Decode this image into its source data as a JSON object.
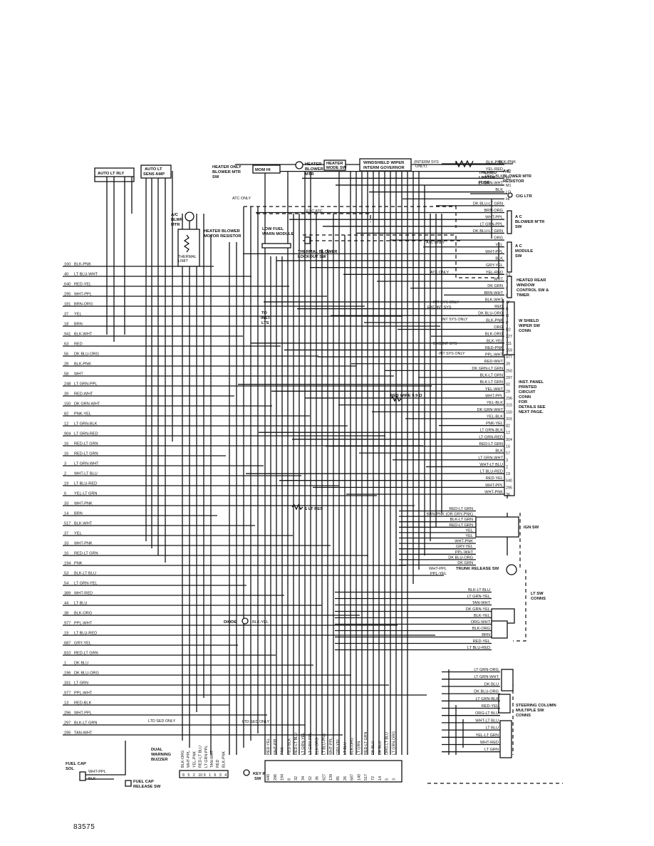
{
  "document_number": "83575",
  "components": {
    "auto_lt_rly": "AUTO LT RLY",
    "auto_lt_sens_amp": [
      "AUTO LT",
      "SENS AMP"
    ],
    "heater_only_blower_mtr_sw": [
      "HEATER ONLY",
      "BLOWER MTR",
      "SW"
    ],
    "heater_only_switch_positions": "MOM HI",
    "heater_blower_mtr": [
      "HEATER",
      "BLOWER",
      "MTR"
    ],
    "heater_mode_sw": [
      "HEATER",
      "MODE SW"
    ],
    "windshield_wiper_governor": [
      "WINDSHIELD WIPER",
      "INTERM GOVERNOR"
    ],
    "interm_sys_only": [
      "(INTERM SYS",
      "ONLY)"
    ],
    "thermo_limiter_fuse": [
      "THERMO",
      "LIMITER",
      "FUSE"
    ],
    "ac_blower_mtr_resistor": [
      "A C",
      "BLOWER MTR",
      "RESISTOR"
    ],
    "cig_ltr": "CIG LTR",
    "ac_blower_mtr_sw": [
      "A C",
      "BLOWER M'TR",
      "SW"
    ],
    "ac_module_sw": [
      "A C",
      "MODULE",
      "SW"
    ],
    "heated_rear_window_sw": [
      "HEATED REAR",
      "WINDOW",
      "CONTROL SW &",
      "TIMER"
    ],
    "w_shield_wiper_sw_conn": [
      "W SHIELD",
      "WIPER SW",
      "CONN"
    ],
    "ac_blwr_mtr": [
      "A/C",
      "BLWR",
      "MTR"
    ],
    "heater_blower_motor_resistor": [
      "HEATER BLOWER",
      "MOTOR RESISTOR"
    ],
    "thermal_limit": [
      "THERMAL",
      "LIMIT"
    ],
    "low_fuel_warn_module": [
      "LOW FUEL",
      "WARN MODULE"
    ],
    "thermal_blower_lockout_sw": [
      "THERMAL BLOWER",
      "LOCKOUT SW"
    ],
    "to_inst_lts": [
      "TO",
      "INST",
      "LTS"
    ],
    "inst_panel_printed_circuit_conn": [
      "INST. PANEL",
      "PRINTED",
      "CIRCUIT",
      "CONN",
      "FOR",
      "DETAILS SEE",
      "NEXT PAGE."
    ],
    "res_wire": "RES WIRE 9.9 Ω",
    "lt_res": "1 LT RES",
    "ign_sw": "IGN SW",
    "trunk_release_sw": "TRUNK RELEASE SW",
    "lt_sw_conns": [
      "LT SW",
      "CONNS"
    ],
    "diode": "DIODE",
    "steering_column_sw_conns": [
      "STEERING COLUMN",
      "MULTIPLE SW",
      "CONNS"
    ],
    "dual_warning_buzzer": [
      "DUAL",
      "WARNING",
      "BUZZER"
    ],
    "key_in_sw": [
      "KEY IN",
      "SW"
    ],
    "fuel_cap_sol": [
      "FUEL CAP",
      "SOL"
    ],
    "fuel_cap_release_sw": [
      "FUEL CAP",
      "RELEASE SW"
    ]
  },
  "notes": {
    "atc_only": "ATC ONLY",
    "exc_atc": "EXC ATC",
    "ltd_sed_only": "LTD SED ONLY",
    "int_sys_only": "INT SYS ONLY",
    "exc_int_sys": "EXC INT SYS"
  },
  "left_wires": [
    {
      "num": "160",
      "label": "BLK-PNK"
    },
    {
      "num": "40",
      "label": "LT BLU-WHT"
    },
    {
      "num": "640",
      "label": "RED-YEL"
    },
    {
      "num": "295",
      "label": "WHT-PPL"
    },
    {
      "num": "181",
      "label": "BRN-ORG"
    },
    {
      "num": "37",
      "label": "YEL"
    },
    {
      "num": "18",
      "label": "BRN"
    },
    {
      "num": "941",
      "label": "BLK-WHT"
    },
    {
      "num": "63",
      "label": "RED"
    },
    {
      "num": "56",
      "label": "DK BLU-ORG"
    },
    {
      "num": "28",
      "label": "BLK-PNK"
    },
    {
      "num": "58",
      "label": "WHT"
    },
    {
      "num": "248",
      "label": "LT GRN-PPL"
    },
    {
      "num": "39",
      "label": "RED-WHT"
    },
    {
      "num": "150",
      "label": "DK GRN-WHT"
    },
    {
      "num": "82",
      "label": "PNK-YEL"
    },
    {
      "num": "12",
      "label": "LT GRN-BLK"
    },
    {
      "num": "904",
      "label": "LT GRN-RED"
    },
    {
      "num": "16",
      "label": "RED-LT GRN"
    },
    {
      "num": "16",
      "label": "RED-LT GRN"
    },
    {
      "num": "3",
      "label": "LT GRN-WHT"
    },
    {
      "num": "2",
      "label": "WHT-LT BLU"
    },
    {
      "num": "19",
      "label": "LT BLU-RED"
    },
    {
      "num": "6",
      "label": "YEL-LT GRN"
    },
    {
      "num": "33",
      "label": "WHT-PNK"
    },
    {
      "num": "14",
      "label": "BRN"
    },
    {
      "num": "517",
      "label": "BLK-WHT"
    },
    {
      "num": "37",
      "label": "YEL"
    },
    {
      "num": "33",
      "label": "WHT-PNK"
    },
    {
      "num": "16",
      "label": "RED-LT GRN"
    },
    {
      "num": "194",
      "label": "PNK"
    },
    {
      "num": "53",
      "label": "BLK-LT BLU"
    },
    {
      "num": "54",
      "label": "LT GRN-YEL"
    },
    {
      "num": "389",
      "label": "WHT-RED"
    },
    {
      "num": "44",
      "label": "LT BLU"
    },
    {
      "num": "38",
      "label": "BLK-ORG"
    },
    {
      "num": "977",
      "label": "PPL-WHT"
    },
    {
      "num": "19",
      "label": "LT BLU-RED"
    },
    {
      "num": "687",
      "label": "GRY-YEL"
    },
    {
      "num": "810",
      "label": "RED-LT GRN"
    },
    {
      "num": "1",
      "label": "DK BLU"
    },
    {
      "num": "196",
      "label": "DK BLU-ORG"
    },
    {
      "num": "331",
      "label": "LT GRN"
    },
    {
      "num": "977",
      "label": "PPL-WHT"
    },
    {
      "num": "13",
      "label": "RED-BLK"
    },
    {
      "num": "296",
      "label": "WHT-PPL"
    },
    {
      "num": "297",
      "label": "BLK-LT GRN"
    },
    {
      "num": "295",
      "label": "TAN-WHT"
    }
  ],
  "right_wires": [
    {
      "label": "BLK-PNK",
      "pin": ""
    },
    {
      "label": "YEL-RED",
      "pin": "M2"
    },
    {
      "label": "ORG-BLK",
      "pin": "M2"
    },
    {
      "label": "LT GRN-WHT",
      "pin": "M1"
    },
    {
      "label": "BLK",
      "pin": "LO"
    },
    {
      "label": "",
      "pin": "HI"
    },
    {
      "label": "DK BLU-LT GRN",
      "pin": ""
    },
    {
      "label": "BRN-ORG",
      "pin": ""
    },
    {
      "label": "WHT-PPL",
      "pin": ""
    },
    {
      "label": "LT GRN-PPL",
      "pin": ""
    },
    {
      "label": "DK BLU-LT GRN",
      "pin": ""
    },
    {
      "label": "ORG",
      "pin": ""
    },
    {
      "label": "YEL",
      "pin": ""
    },
    {
      "label": "WHT-PPL",
      "pin": ""
    },
    {
      "label": "BLK",
      "pin": ""
    },
    {
      "label": "GRY-YEL",
      "pin": ""
    },
    {
      "label": "YEL-RED",
      "pin": "R1"
    },
    {
      "label": "WHT",
      "pin": "L"
    },
    {
      "label": "DK GRN",
      "pin": "I"
    },
    {
      "label": "BRN-WHT",
      "pin": "L"
    },
    {
      "label": "BLK-WHT",
      "pin": "W"
    },
    {
      "label": "RED",
      "pin": "B"
    },
    {
      "label": "DK BLU-ORG",
      "pin": "H"
    },
    {
      "label": "BLK-PNK",
      "pin": "P"
    },
    {
      "label": "ORG",
      "pin": "R2"
    },
    {
      "label": "BLK-ORG",
      "pin": "227"
    },
    {
      "label": "BLK-YEL",
      "pin": "111"
    },
    {
      "label": "RED-PNK",
      "pin": "159"
    },
    {
      "label": "PPL-WHT",
      "pin": "977"
    },
    {
      "label": "RED-WHT",
      "pin": "39"
    },
    {
      "label": "DK GRN-LT GRN",
      "pin": "250"
    },
    {
      "label": "BLK-LT GRN",
      "pin": "297"
    },
    {
      "label": "BLK-LT GRN",
      "pin": "60"
    },
    {
      "label": "YEL-WHT",
      "pin": "29"
    },
    {
      "label": "WHT-PPL",
      "pin": "296"
    },
    {
      "label": "YEL-BLK",
      "pin": "315"
    },
    {
      "label": "DK GRN-WHT",
      "pin": "150"
    },
    {
      "label": "YEL-BLK",
      "pin": "315"
    },
    {
      "label": "PNK-YEL",
      "pin": "82"
    },
    {
      "label": "LT GRN-BLK",
      "pin": "12"
    },
    {
      "label": "LT GRN-RED",
      "pin": "904"
    },
    {
      "label": "RED-LT GRN",
      "pin": "16"
    },
    {
      "label": "BLK",
      "pin": "57"
    },
    {
      "label": "LT GRN-WHT",
      "pin": "3"
    },
    {
      "label": "WHT-LT BLU",
      "pin": "2"
    },
    {
      "label": "LT BLU-RED",
      "pin": "19"
    },
    {
      "label": "RED-YEL",
      "pin": "640"
    },
    {
      "label": "WHT-PPL",
      "pin": "295"
    },
    {
      "label": "WHT-PNK",
      "pin": "36"
    }
  ],
  "ign_sw_wires": [
    "RED-LT GRN",
    "BRN-PNK (OR GRY-PNK)",
    "BLK-LT GRN",
    "RED-LT GRN",
    "YEL",
    "YEL",
    "WHT-PNK",
    "GRY-YEL",
    "PPL-WHT",
    "DK BLU-ORG",
    "DK GRN"
  ],
  "lt_sw_wires": [
    "BLK-LT BLU",
    "LT GRN-YEL",
    "TAN-WHT",
    "DK GRN-YEL",
    "BLK-YEL",
    "ORG-WHT",
    "BLK-ORG",
    "BRN",
    "RED-YEL",
    "LT BLU-RED"
  ],
  "steering_wires": [
    "LT GRN-ORG",
    "LT GRN-WHT",
    "DK BLU",
    "DK BLU-ORG",
    "LT GRN-BLK",
    "RED-YEL",
    "ORG-LT BLU",
    "WHT-LT BLU",
    "LT BLU",
    "YEL-LT GRN",
    "WHT-RED",
    "LT GRN"
  ],
  "bottom_connector_wires": [
    {
      "num": "640",
      "label": "RED-YEL"
    },
    {
      "num": "296",
      "label": "WHT-PPL"
    },
    {
      "num": "194",
      "label": "PNK"
    },
    {
      "num": "8",
      "label": "RED-BLK"
    },
    {
      "num": "32",
      "label": "RED-LT BLU"
    },
    {
      "num": "34",
      "label": "LT GRN-YEL"
    },
    {
      "num": "52",
      "label": "LT GRN-PPL"
    },
    {
      "num": "36",
      "label": "BLK-ORG"
    },
    {
      "num": "627",
      "label": "LT BLU-PNK"
    },
    {
      "num": "139",
      "label": "WHT-PPL"
    },
    {
      "num": "85",
      "label": "GRY-YEL"
    },
    {
      "num": "26",
      "label": "LT BLU"
    },
    {
      "num": "687",
      "label": "BLK-ORG"
    },
    {
      "num": "140",
      "label": "LT GRN"
    },
    {
      "num": "517",
      "label": "RED-LT GRN"
    },
    {
      "num": "72",
      "label": "DK BLU"
    },
    {
      "num": "14",
      "label": "DK BLU"
    },
    {
      "num": "5",
      "label": "ORG-LT BLU"
    },
    {
      "num": "3",
      "label": "LT GRN-ORG"
    }
  ],
  "buzzer_pins": [
    "8",
    "5",
    "2",
    "10",
    "9",
    "1",
    "6",
    "3",
    "4"
  ],
  "buzzer_wires": [
    "BLK-ORG",
    "WHT-PPL",
    "YEL-PNK",
    "RED-LT BLU",
    "LT GRN-PPL",
    "TAN-WHT",
    "RED",
    "BLK-PNK"
  ]
}
